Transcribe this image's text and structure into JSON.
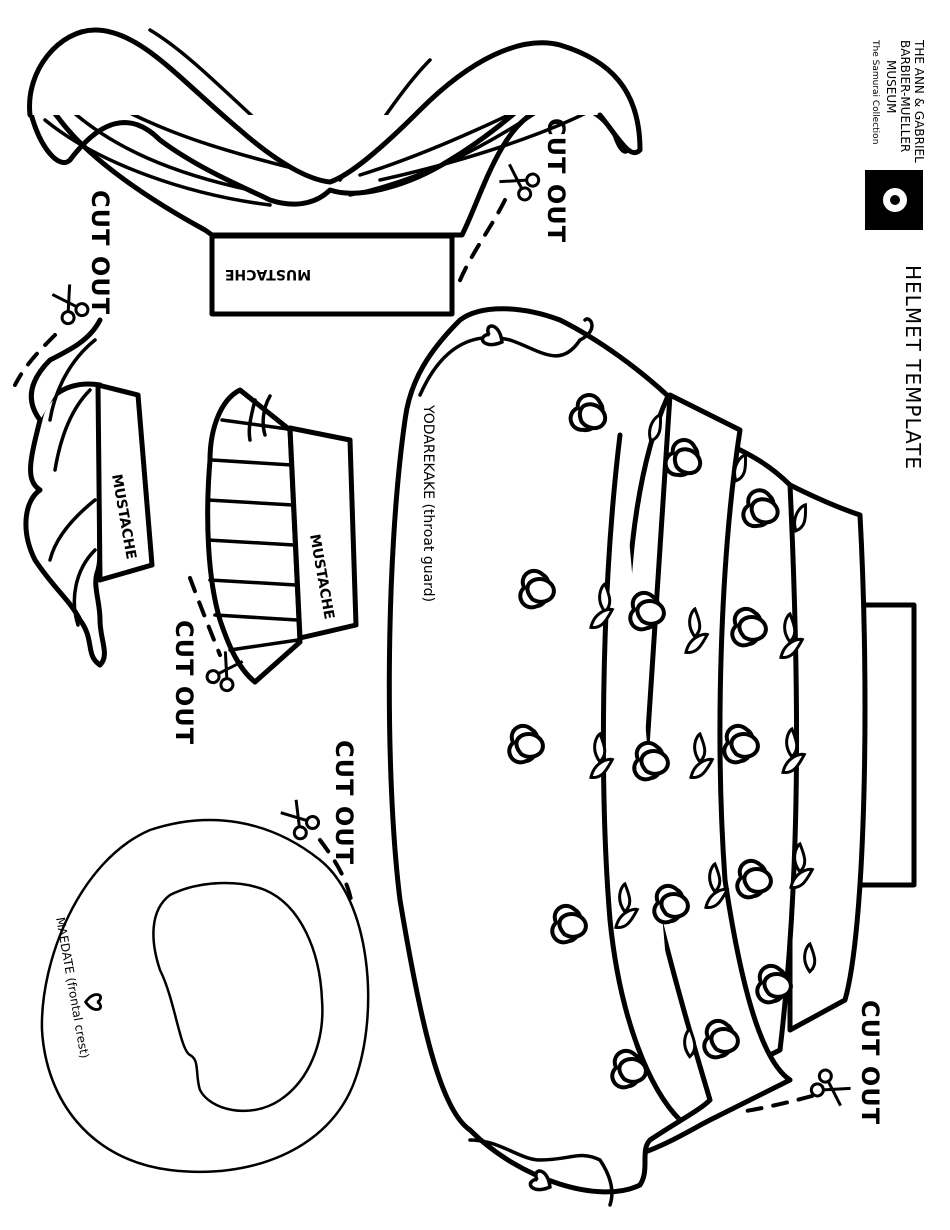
{
  "page": {
    "title": "HELMET TEMPLATE",
    "museum": {
      "line1": "THE ANN & GABRIEL",
      "line2": "BARBIER-MUELLER",
      "line3": "MUSEUM",
      "tagline": "The Samurai Collection"
    }
  },
  "cut_label": "CUT OUT",
  "pieces": {
    "mustache_top": "MUSTACHE",
    "mustache_left": "MUSTACHE",
    "mustache_mid": "MUSTACHE",
    "throat_guard": "YODAREKAKE (throat guard)",
    "frontal_crest": "MAEDATE (frontal crest)"
  },
  "icons": {
    "scissors": "scissors-icon",
    "heart": "heart-icon",
    "flower": "flower-crest-icon",
    "logo": "museum-logo-icon"
  }
}
